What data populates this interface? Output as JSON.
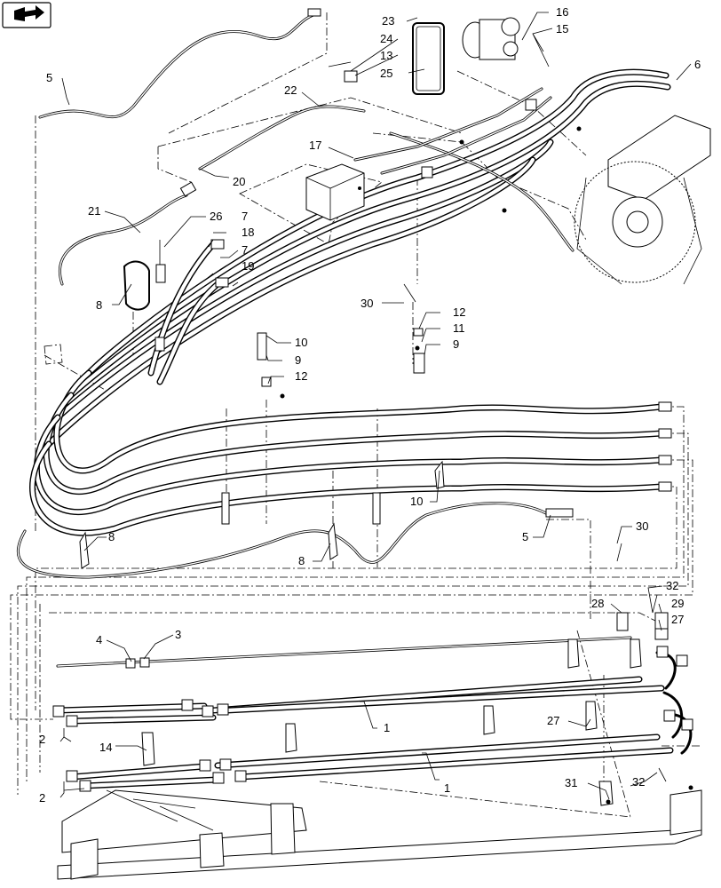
{
  "nav_icon": {
    "name": "book-arrow-icon"
  },
  "callouts": [
    {
      "id": "c5a",
      "text": "5"
    },
    {
      "id": "c23",
      "text": "23"
    },
    {
      "id": "c24",
      "text": "24"
    },
    {
      "id": "c13",
      "text": "13"
    },
    {
      "id": "c25",
      "text": "25"
    },
    {
      "id": "c16",
      "text": "16"
    },
    {
      "id": "c15",
      "text": "15"
    },
    {
      "id": "c6",
      "text": "6"
    },
    {
      "id": "c22",
      "text": "22"
    },
    {
      "id": "c17",
      "text": "17"
    },
    {
      "id": "c20",
      "text": "20"
    },
    {
      "id": "c21",
      "text": "21"
    },
    {
      "id": "c26",
      "text": "26"
    },
    {
      "id": "c7a",
      "text": "7"
    },
    {
      "id": "c18",
      "text": "18"
    },
    {
      "id": "c7b",
      "text": "7"
    },
    {
      "id": "c19",
      "text": "19"
    },
    {
      "id": "c8a",
      "text": "8"
    },
    {
      "id": "c30a",
      "text": "30"
    },
    {
      "id": "c12a",
      "text": "12"
    },
    {
      "id": "c11",
      "text": "11"
    },
    {
      "id": "c9a",
      "text": "9"
    },
    {
      "id": "c10a",
      "text": "10"
    },
    {
      "id": "c9b",
      "text": "9"
    },
    {
      "id": "c12b",
      "text": "12"
    },
    {
      "id": "c10b",
      "text": "10"
    },
    {
      "id": "c5b",
      "text": "5"
    },
    {
      "id": "c30b",
      "text": "30"
    },
    {
      "id": "c8b",
      "text": "8"
    },
    {
      "id": "c8c",
      "text": "8"
    },
    {
      "id": "c32a",
      "text": "32"
    },
    {
      "id": "c28",
      "text": "28"
    },
    {
      "id": "c29",
      "text": "29"
    },
    {
      "id": "c27a",
      "text": "27"
    },
    {
      "id": "c4",
      "text": "4"
    },
    {
      "id": "c3",
      "text": "3"
    },
    {
      "id": "c1a",
      "text": "1"
    },
    {
      "id": "c2a",
      "text": "2"
    },
    {
      "id": "c14",
      "text": "14"
    },
    {
      "id": "c27b",
      "text": "27"
    },
    {
      "id": "c1b",
      "text": "1"
    },
    {
      "id": "c31",
      "text": "31"
    },
    {
      "id": "c32b",
      "text": "32"
    },
    {
      "id": "c2b",
      "text": "2"
    }
  ]
}
